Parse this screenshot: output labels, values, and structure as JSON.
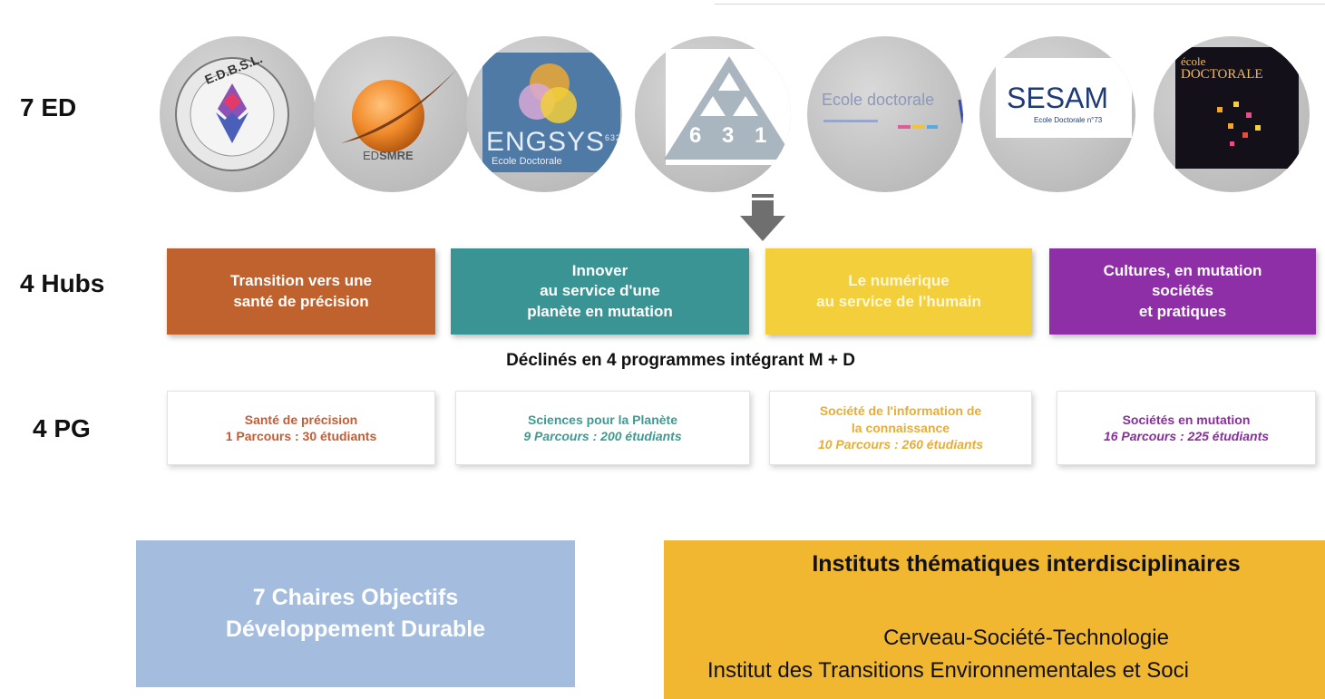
{
  "labels": {
    "ed": "7 ED",
    "hubs": "4 Hubs",
    "pg": "4 PG"
  },
  "ed_logos": [
    {
      "name": "edbsl",
      "text": "E.D.B.S.L."
    },
    {
      "name": "edsmre",
      "text_prefix": "ED",
      "text_bold": "SMRE"
    },
    {
      "name": "engsys",
      "text": "ENGSYS",
      "sup": "632",
      "sub": "Ecole Doctorale"
    },
    {
      "name": "ed631",
      "digits": [
        "6",
        "3",
        "1"
      ]
    },
    {
      "name": "ecole-doctorale",
      "text": "Ecole doctorale"
    },
    {
      "name": "sesam",
      "text": "SESAM",
      "sub": "Ecole Doctorale n°73"
    },
    {
      "name": "ecole-doctorale-dark",
      "line1": "école",
      "line2": "DOCTORALE"
    }
  ],
  "hubs": [
    {
      "text": "Transition vers une\nsanté de précision",
      "bg": "#c0622e",
      "fg": "#ffffff"
    },
    {
      "text": "Innover\nau service d'une\nplanète en mutation",
      "bg": "#3a9494",
      "fg": "#ffffff"
    },
    {
      "text": "Le numérique\nau service de l'humain",
      "bg": "#f3cf3b",
      "fg": "#fff7d6"
    },
    {
      "text": "Cultures, en mutation\nsociétés\net pratiques",
      "bg": "#8e2fa7",
      "fg": "#ffffff"
    }
  ],
  "declines": "Déclinés en 4 programmes intégrant M + D",
  "programmes": [
    {
      "title": "Santé de précision",
      "detail": "1 Parcours : 30 étudiants",
      "color": "#c75b32"
    },
    {
      "title": "Sciences pour la Planète",
      "detail": "9 Parcours : 200 étudiants",
      "color": "#3d9b94"
    },
    {
      "title": "Société de l'information de",
      "title2": "la connaissance",
      "detail": "10 Parcours : 260 étudiants",
      "color": "#e7ad36"
    },
    {
      "title": "Sociétés en mutation",
      "detail": "16 Parcours : 225 étudiants",
      "color": "#8a2d9f"
    }
  ],
  "chaires": {
    "line1": "7 Chaires Objectifs",
    "line2": "Développement Durable",
    "bg": "#a4bddf"
  },
  "instituts": {
    "title": "Instituts thématiques interdisciplinaires",
    "line1": "Cerveau-Société-Technologie",
    "line2": "Institut des Transitions Environnementales et Soci",
    "bg": "#f2b731"
  }
}
